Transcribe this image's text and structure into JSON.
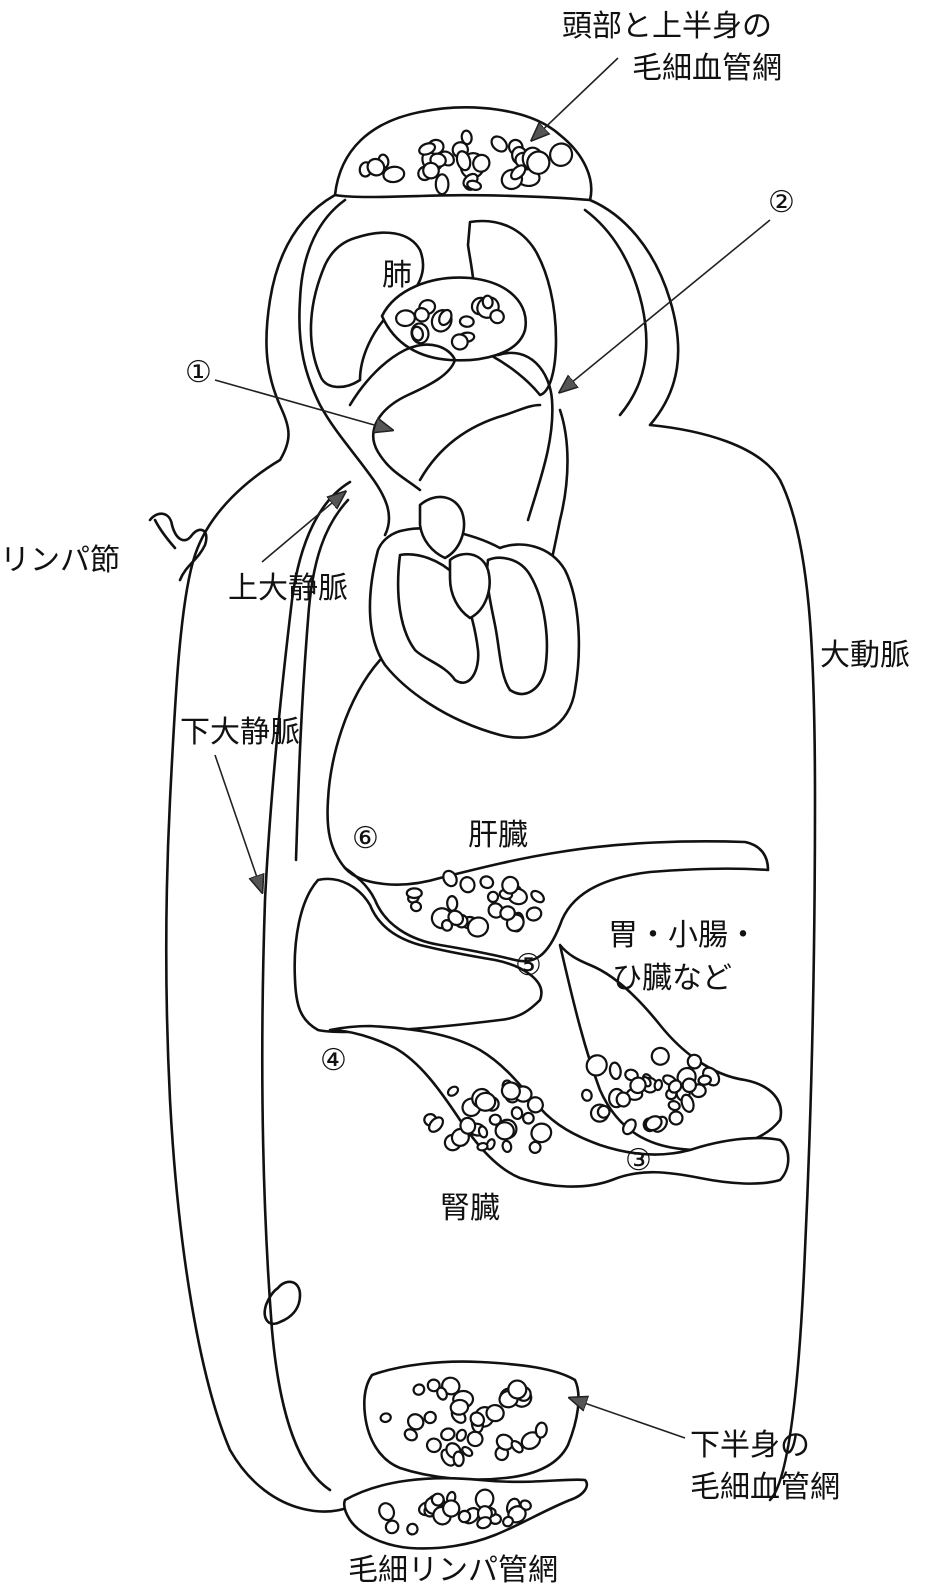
{
  "labels": {
    "head_capillary_line1": "頭部と上半身の",
    "head_capillary_line2": "毛細血管網",
    "lung": "肺",
    "lymph_node": "リンパ節",
    "superior_vena_cava": "上大静脈",
    "inferior_vena_cava": "下大静脈",
    "aorta": "大動脈",
    "liver": "肝臓",
    "digestive_line1": "胃・小腸・",
    "digestive_line2": "ひ臓など",
    "kidney": "腎臓",
    "lower_capillary_line1": "下半身の",
    "lower_capillary_line2": "毛細血管網",
    "lymph_capillary": "毛細リンパ管網"
  },
  "markers": {
    "m1": "①",
    "m2": "②",
    "m3": "③",
    "m4": "④",
    "m5": "⑤",
    "m6": "⑥"
  }
}
